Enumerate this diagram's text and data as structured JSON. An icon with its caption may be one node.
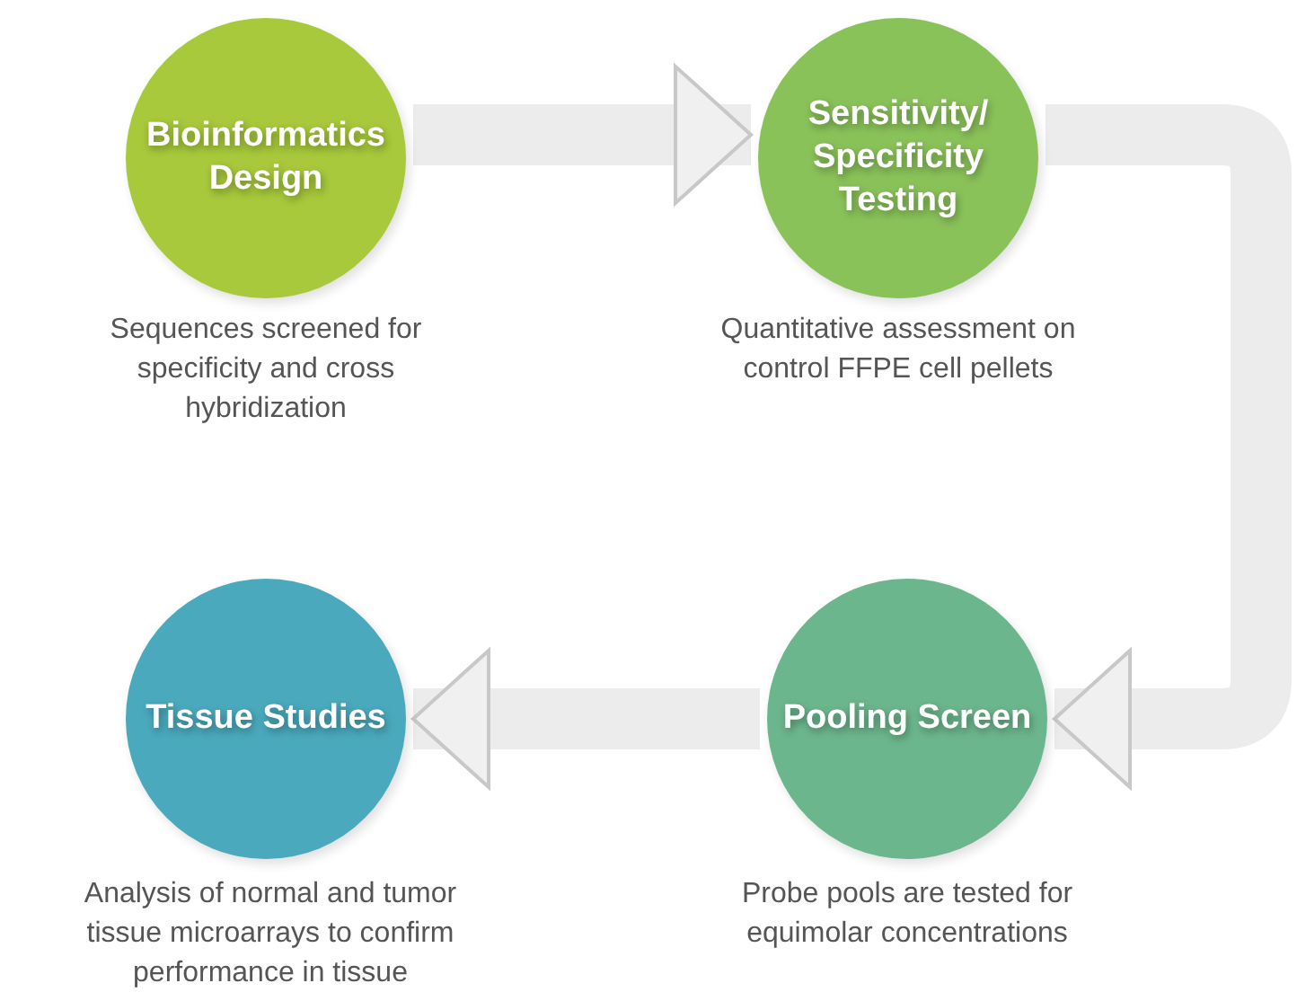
{
  "diagram": {
    "nodes": [
      {
        "text": [
          "Bioinformatics Design"
        ],
        "beside": [
          "Sequences screened for specificity and cross hybridization"
        ]
      },
      {
        "text": [
          "Sensitivity/ Specificity Testing"
        ],
        "beside": [
          "Quantitative assessment on control FFPE cell pellets"
        ]
      },
      {
        "text": [
          "Pooling Screen"
        ],
        "beside": [
          "Probe pools are tested for equimolar concentrations"
        ]
      },
      {
        "text": [
          "Tissue Studies"
        ],
        "beside": [
          "Analysis of normal and tumor tissue microarrays to confirm performance in tissue"
        ]
      }
    ],
    "edges": [
      {
        "from": 0,
        "to": 1,
        "arrow": "to"
      },
      {
        "from": 1,
        "to": 2,
        "arrow": "to"
      },
      {
        "from": 2,
        "to": 3,
        "arrow": "to"
      }
    ]
  }
}
